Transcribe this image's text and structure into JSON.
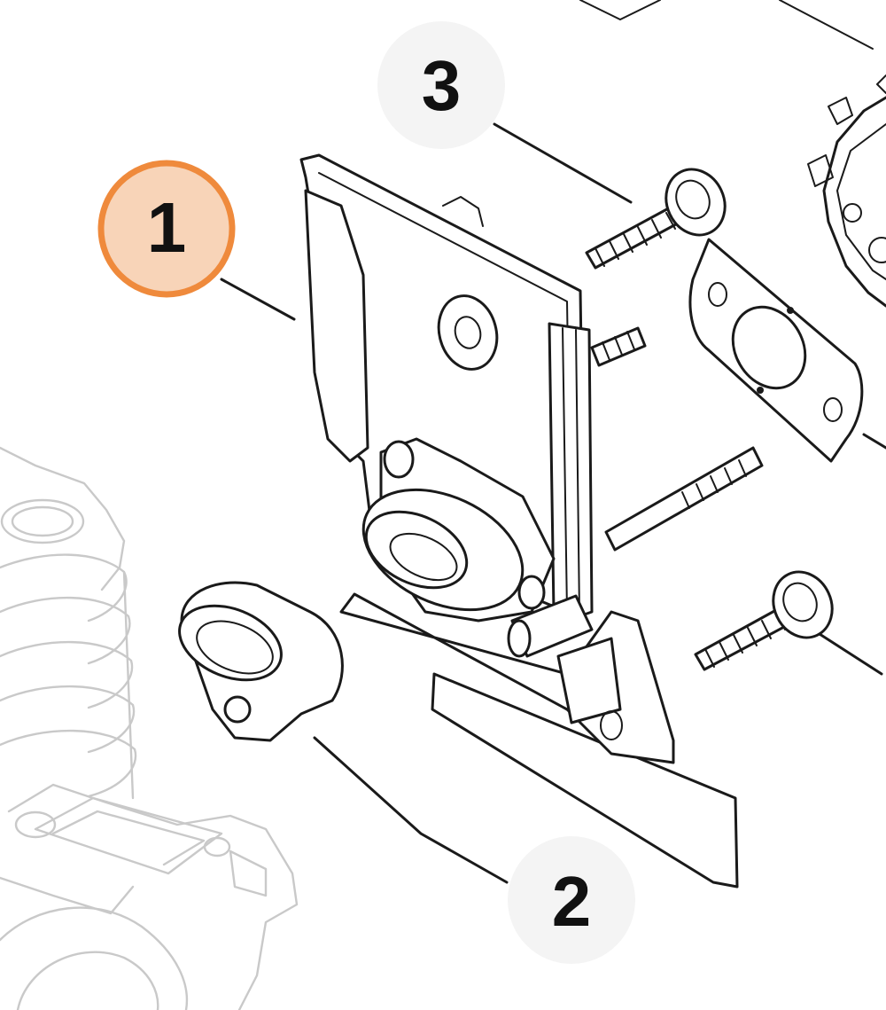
{
  "callouts": [
    {
      "id": "1",
      "label": "1",
      "highlighted": true
    },
    {
      "id": "2",
      "label": "2",
      "highlighted": false
    },
    {
      "id": "3",
      "label": "3",
      "highlighted": false
    }
  ],
  "colors": {
    "highlight_fill": "#f8d4b8",
    "highlight_stroke": "#ef8a3c",
    "line": "#1a1a1a",
    "ghost_line": "#c9c9c9",
    "background": "#ffffff"
  }
}
